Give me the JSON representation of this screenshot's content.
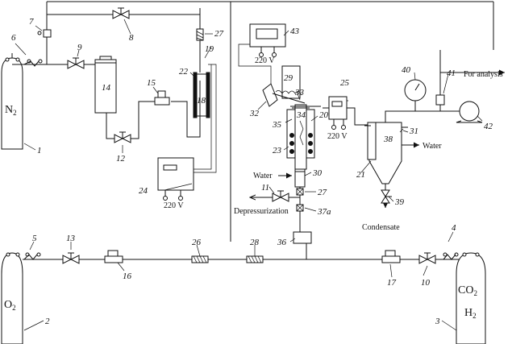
{
  "title": "",
  "gases": {
    "n2": {
      "main": "N",
      "sub": "2"
    },
    "o2": {
      "main": "O",
      "sub": "2"
    },
    "co2": {
      "main": "CO",
      "sub": "2"
    },
    "h2": {
      "main": "H",
      "sub": "2"
    }
  },
  "labels": {
    "for_analysis": "For analysis",
    "water_top": "Water",
    "water_left": "Water",
    "depressurization": "Depressurization",
    "condensate": "Condensate",
    "power_24": "220 V",
    "power_43": "220 V",
    "power_25": "220 V"
  },
  "numbers": {
    "n1": "1",
    "n2": "2",
    "n3": "3",
    "n4": "4",
    "n5": "5",
    "n6": "6",
    "n7": "7",
    "n8": "8",
    "n9": "9",
    "n10": "10",
    "n11": "11",
    "n12": "12",
    "n13": "13",
    "n14": "14",
    "n15": "15",
    "n16": "16",
    "n17": "17",
    "n18": "18",
    "n19": "19",
    "n20": "20",
    "n21": "21",
    "n22": "22",
    "n23": "23",
    "n24": "24",
    "n25": "25",
    "n26": "26",
    "n27a": "27",
    "n27b": "27",
    "n28": "28",
    "n29": "29",
    "n30": "30",
    "n31": "31",
    "n32": "32",
    "n33": "33",
    "n34": "34",
    "n35": "35",
    "n36": "36",
    "n37a": "37a",
    "n38": "38",
    "n39": "39",
    "n40": "40",
    "n41": "41",
    "n42": "42",
    "n43": "43"
  }
}
